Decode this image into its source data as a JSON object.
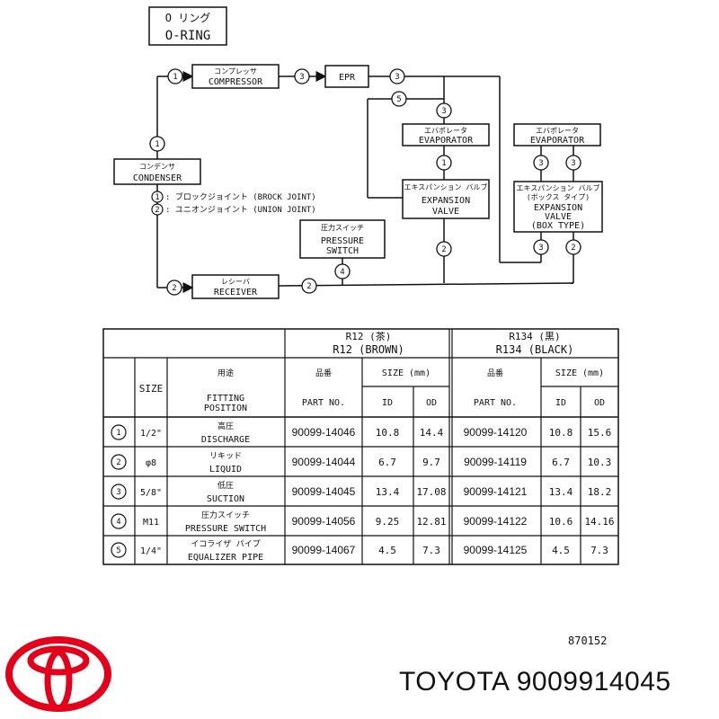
{
  "title": {
    "jp": "O リング",
    "en": "O-RING"
  },
  "diagram": {
    "compressor": {
      "jp": "コンプレッサ",
      "en": "COMPRESSOR"
    },
    "epr": "EPR",
    "condenser": {
      "jp": "コンデンサ",
      "en": "CONDENSER"
    },
    "evaporator_left": {
      "jp": "エバポレータ",
      "en": "EVAPORATOR"
    },
    "evaporator_right": {
      "jp": "エバポレータ",
      "en": "EVAPORATOR"
    },
    "expansion_valve_left": {
      "jp": "エキスパンション バルブ",
      "en1": "EXPANSION",
      "en2": "VALVE"
    },
    "expansion_valve_right": {
      "jp1": "エキスパンション バルブ",
      "jp2": "(ボックス タイプ)",
      "en1": "EXPANSION",
      "en2": "VALVE",
      "en3": "(BOX TYPE)"
    },
    "pressure_switch": {
      "jp": "圧力スイッチ",
      "en1": "PRESSURE",
      "en2": "SWITCH"
    },
    "receiver": {
      "jp": "レシーバ",
      "en": "RECEIVER"
    },
    "legend": [
      {
        "num": "1",
        "text": ": ブロックジョイント (BROCK JOINT)"
      },
      {
        "num": "2",
        "text": ": ユニオンジョイント (UNION JOINT)"
      }
    ],
    "markers": [
      "1",
      "2",
      "3",
      "4",
      "5"
    ]
  },
  "table": {
    "r12_header": {
      "jp": "R12 (茶)",
      "en": "R12 (BROWN)"
    },
    "r134_header": {
      "jp": "R134 (黒)",
      "en": "R134 (BLACK)"
    },
    "size_label": "SIZE",
    "fitting": {
      "jp": "用途",
      "en1": "FITTING",
      "en2": "POSITION"
    },
    "part_no": {
      "jp": "品番",
      "en": "PART NO."
    },
    "size_mm": "SIZE (mm)",
    "id": "ID",
    "od": "OD",
    "rows": [
      {
        "num": "1",
        "size": "1/2\"",
        "jp": "高圧",
        "en": "DISCHARGE",
        "r12_part": "90099-14046",
        "r12_id": "10.8",
        "r12_od": "14.4",
        "r134_part": "90099-14120",
        "r134_id": "10.8",
        "r134_od": "15.6"
      },
      {
        "num": "2",
        "size": "φ8",
        "jp": "リキッド",
        "en": "LIQUID",
        "r12_part": "90099-14044",
        "r12_id": "6.7",
        "r12_od": "9.7",
        "r134_part": "90099-14119",
        "r134_id": "6.7",
        "r134_od": "10.3"
      },
      {
        "num": "3",
        "size": "5/8\"",
        "jp": "低圧",
        "en": "SUCTION",
        "r12_part": "90099-14045",
        "r12_id": "13.4",
        "r12_od": "17.08",
        "r134_part": "90099-14121",
        "r134_id": "13.4",
        "r134_od": "18.2"
      },
      {
        "num": "4",
        "size": "M11",
        "jp": "圧力スイッチ",
        "en": "PRESSURE SWITCH",
        "r12_part": "90099-14056",
        "r12_id": "9.25",
        "r12_od": "12.81",
        "r134_part": "90099-14122",
        "r134_id": "10.6",
        "r134_od": "14.16"
      },
      {
        "num": "5",
        "size": "1/4\"",
        "jp": "イコライザ パイプ",
        "en": "EQUALIZER PIPE",
        "r12_part": "90099-14067",
        "r12_id": "4.5",
        "r12_od": "7.3",
        "r134_part": "90099-14125",
        "r134_id": "4.5",
        "r134_od": "7.3"
      }
    ]
  },
  "figure_code": "870152",
  "brand_text": "TOYOTA 9009914045",
  "colors": {
    "logo": "#e3001b",
    "ink": "#111111"
  }
}
